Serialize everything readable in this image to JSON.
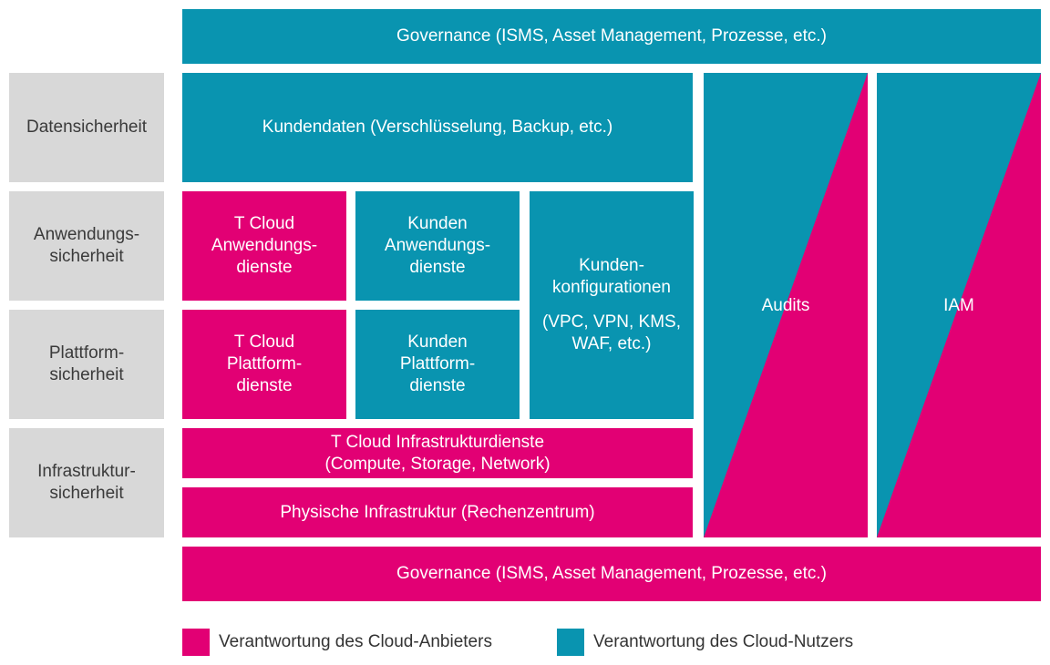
{
  "colors": {
    "provider": "#e20074",
    "customer": "#0994b0",
    "category": "#d8d8d8"
  },
  "governance_top": "Governance (ISMS, Asset Management, Prozesse, etc.)",
  "governance_bottom": "Governance (ISMS, Asset Management, Prozesse, etc.)",
  "rows": {
    "datensicherheit": "Datensicherheit",
    "anwendung": [
      "Anwendungs-",
      "sicherheit"
    ],
    "plattform": [
      "Plattform-",
      "sicherheit"
    ],
    "infrastruktur": [
      "Infrastruktur-",
      "sicherheit"
    ]
  },
  "kundendaten": "Kundendaten (Verschlüsselung, Backup, etc.)",
  "tcloud_anwendung": [
    "T Cloud",
    "Anwendungs-",
    "dienste"
  ],
  "kunden_anwendung": [
    "Kunden",
    "Anwendungs-",
    "dienste"
  ],
  "tcloud_plattform": [
    "T Cloud",
    "Plattform-",
    "dienste"
  ],
  "kunden_plattform": [
    "Kunden",
    "Plattform-",
    "dienste"
  ],
  "kundenkonfig": [
    "Kunden-",
    "konfigurationen",
    "",
    "(VPC, VPN, KMS,",
    "WAF, etc.)"
  ],
  "infra_dienste": [
    "T Cloud Infrastrukturdienste",
    "(Compute, Storage, Network)"
  ],
  "physisch": "Physische Infrastruktur (Rechenzentrum)",
  "audits": "Audits",
  "iam": "IAM",
  "legend": {
    "provider": "Verantwortung des Cloud-Anbieters",
    "customer": "Verantwortung des Cloud-Nutzers"
  }
}
